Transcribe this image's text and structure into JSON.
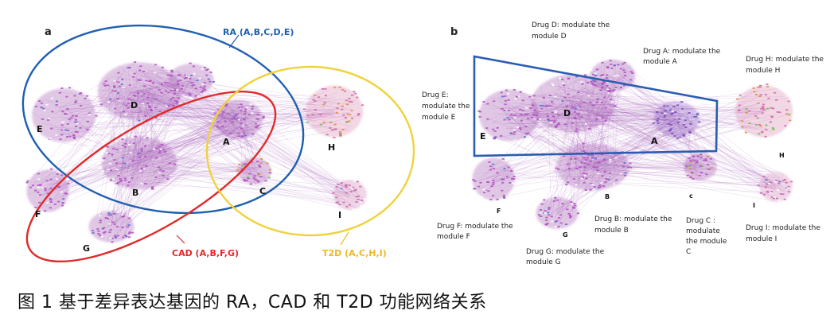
{
  "panel_a": {
    "label": "a",
    "sets": {
      "ra": "RA (A,B,C,D,E)",
      "cad": "CAD (A,B,F,G)",
      "t2d": "T2D (A,C,H,I)"
    },
    "modules": [
      "A",
      "B",
      "C",
      "D",
      "E",
      "F",
      "G",
      "H",
      "I"
    ]
  },
  "panel_b": {
    "label": "b",
    "modules": [
      "A",
      "B",
      "c",
      "D",
      "E",
      "F",
      "G",
      "H",
      "I"
    ],
    "drugs": {
      "d": [
        "Drug D: modulate the",
        "module D"
      ],
      "a": [
        "Drug A: modulate the",
        "module A"
      ],
      "h": [
        "Drug H: modulate the",
        "module H"
      ],
      "e": [
        "Drug E:",
        "modulate the",
        "module E"
      ],
      "f": [
        "Drug F: modulate the",
        "module F"
      ],
      "b": [
        "Drug B: modulate the",
        "module B"
      ],
      "c": [
        "Drug C :",
        "modulate",
        "the module",
        "C"
      ],
      "i": [
        "Drug I: modulate the",
        "module I"
      ],
      "g": [
        "Drug G: modulate the",
        "module G"
      ]
    }
  },
  "caption": "图 1  基于差异表达基因的 RA，CAD 和 T2D 功能网络关系",
  "colors": {
    "network": "#8e3aa0",
    "ra": "#1f5fb0",
    "cad": "#e02a2a",
    "t2d": "#f0d23c",
    "box": "#2a5db0"
  }
}
